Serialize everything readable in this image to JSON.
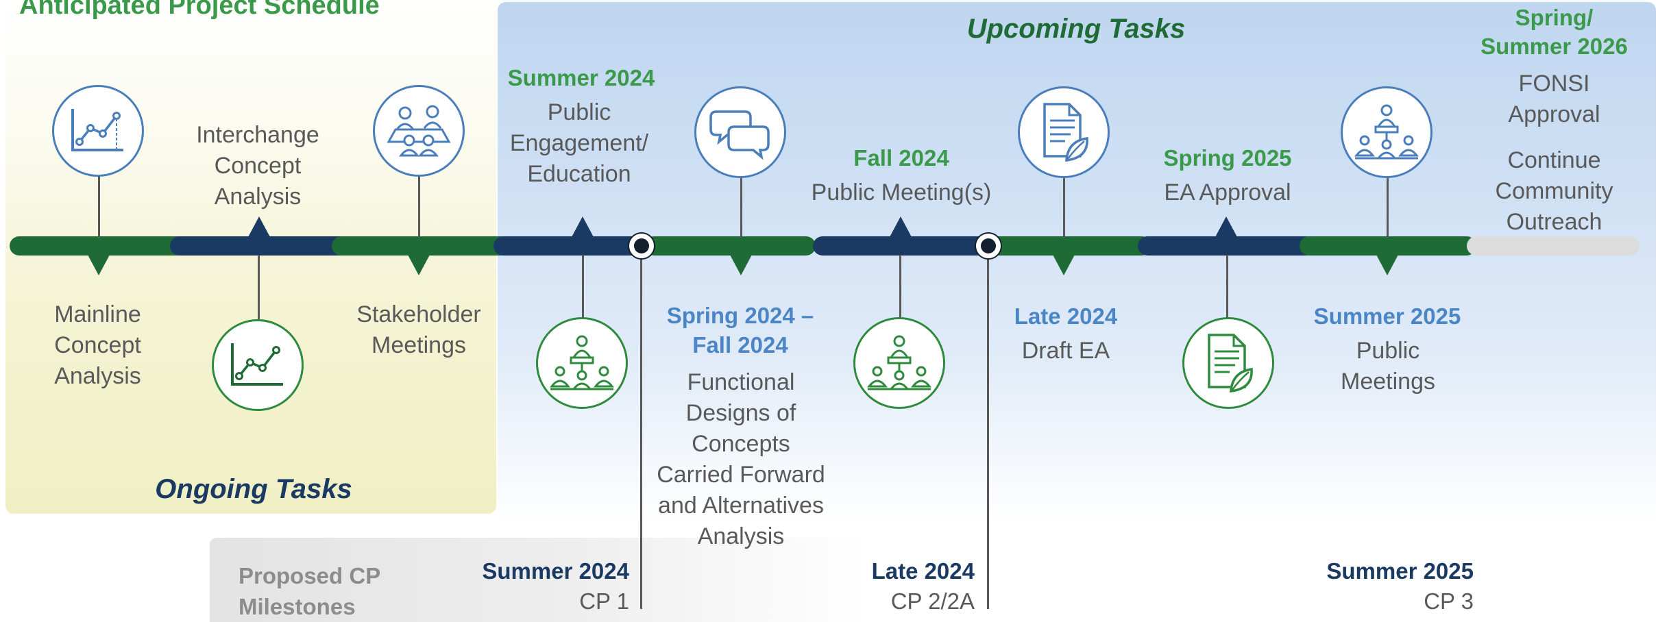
{
  "title": "Anticipated Project Schedule",
  "panels": {
    "upcoming_label": "Upcoming Tasks",
    "ongoing_label": "Ongoing Tasks",
    "cp_label_line1": "Proposed CP",
    "cp_label_line2": "Milestones"
  },
  "colors": {
    "green_dark": "#1e6b35",
    "green_text": "#3a9a4a",
    "navy": "#1a3a63",
    "blue_text": "#4a86c5",
    "gray_text": "#595959"
  },
  "ongoing": {
    "mainline": [
      "Mainline",
      "Concept",
      "Analysis"
    ],
    "interchange": [
      "Interchange",
      "Concept",
      "Analysis"
    ],
    "stakeholder": [
      "Stakeholder",
      "Meetings"
    ]
  },
  "upcoming": {
    "public_engagement": {
      "date": "Summer 2024",
      "lines": [
        "Public",
        "Engagement/",
        "Education"
      ]
    },
    "functional": {
      "date_line1": "Spring 2024 –",
      "date_line2": "Fall 2024",
      "lines": [
        "Functional",
        "Designs of",
        "Concepts",
        "Carried Forward",
        "and Alternatives",
        "Analysis"
      ]
    },
    "public_meetings_fall": {
      "date": "Fall 2024",
      "label": "Public Meeting(s)"
    },
    "draft_ea": {
      "date": "Late 2024",
      "label": "Draft EA"
    },
    "ea_approval": {
      "date": "Spring 2025",
      "label": "EA Approval"
    },
    "public_meetings_summer": {
      "date": "Summer 2025",
      "lines": [
        "Public",
        "Meetings"
      ]
    },
    "fonsi": {
      "date_line1": "Spring/",
      "date_line2": "Summer 2026",
      "lines": [
        "FONSI",
        "Approval"
      ],
      "lines2": [
        "Continue",
        "Community",
        "Outreach"
      ]
    }
  },
  "milestones": [
    {
      "date": "Summer 2024",
      "label": "CP 1"
    },
    {
      "date": "Late 2024",
      "label": "CP 2/2A"
    },
    {
      "date": "Summer 2025",
      "label": "CP 3"
    }
  ],
  "icons": {
    "chart": "line-chart-icon",
    "meeting": "meeting-table-icon",
    "speech": "speech-bubbles-icon",
    "document": "document-leaf-icon",
    "presenter": "presenter-audience-icon"
  }
}
